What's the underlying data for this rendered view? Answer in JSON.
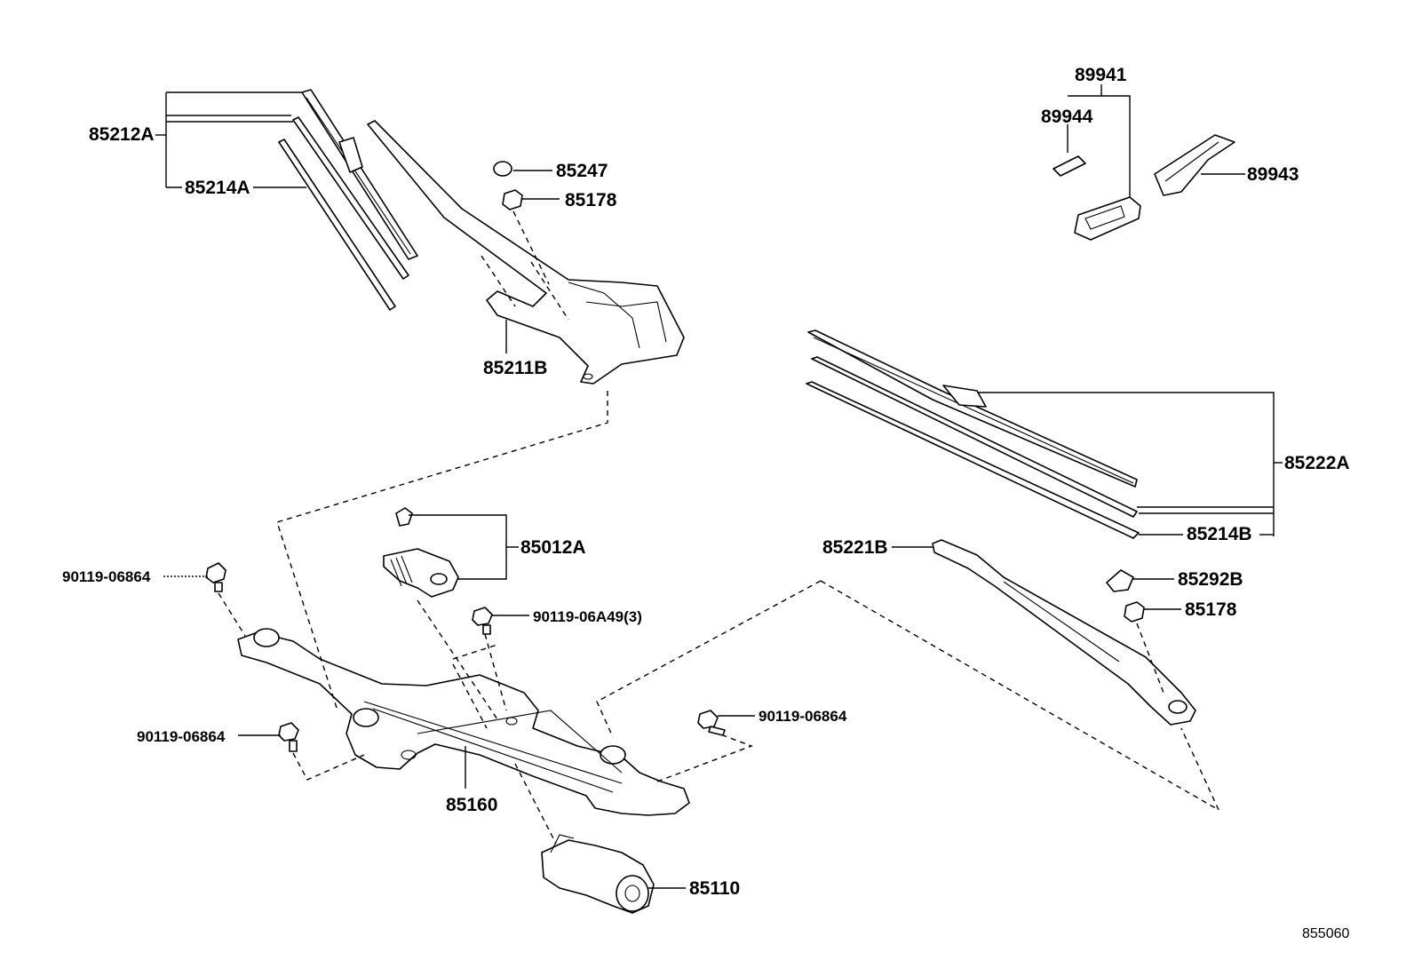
{
  "diagram_id": "855060",
  "callouts": {
    "c85212A": "85212A",
    "c85214A": "85214A",
    "c85247": "85247",
    "c85178_top": "85178",
    "c85211B": "85211B",
    "c89941": "89941",
    "c89944": "89944",
    "c89943": "89943",
    "c85222A": "85222A",
    "c85214B": "85214B",
    "c85221B": "85221B",
    "c85292B": "85292B",
    "c85178_right": "85178",
    "c85012A": "85012A",
    "c90119_06864_a": "90119-06864",
    "c90119_06A49": "90119-06A49(3)",
    "c90119_06864_b": "90119-06864",
    "c90119_06864_c": "90119-06864",
    "c85160": "85160",
    "c85110": "85110"
  }
}
